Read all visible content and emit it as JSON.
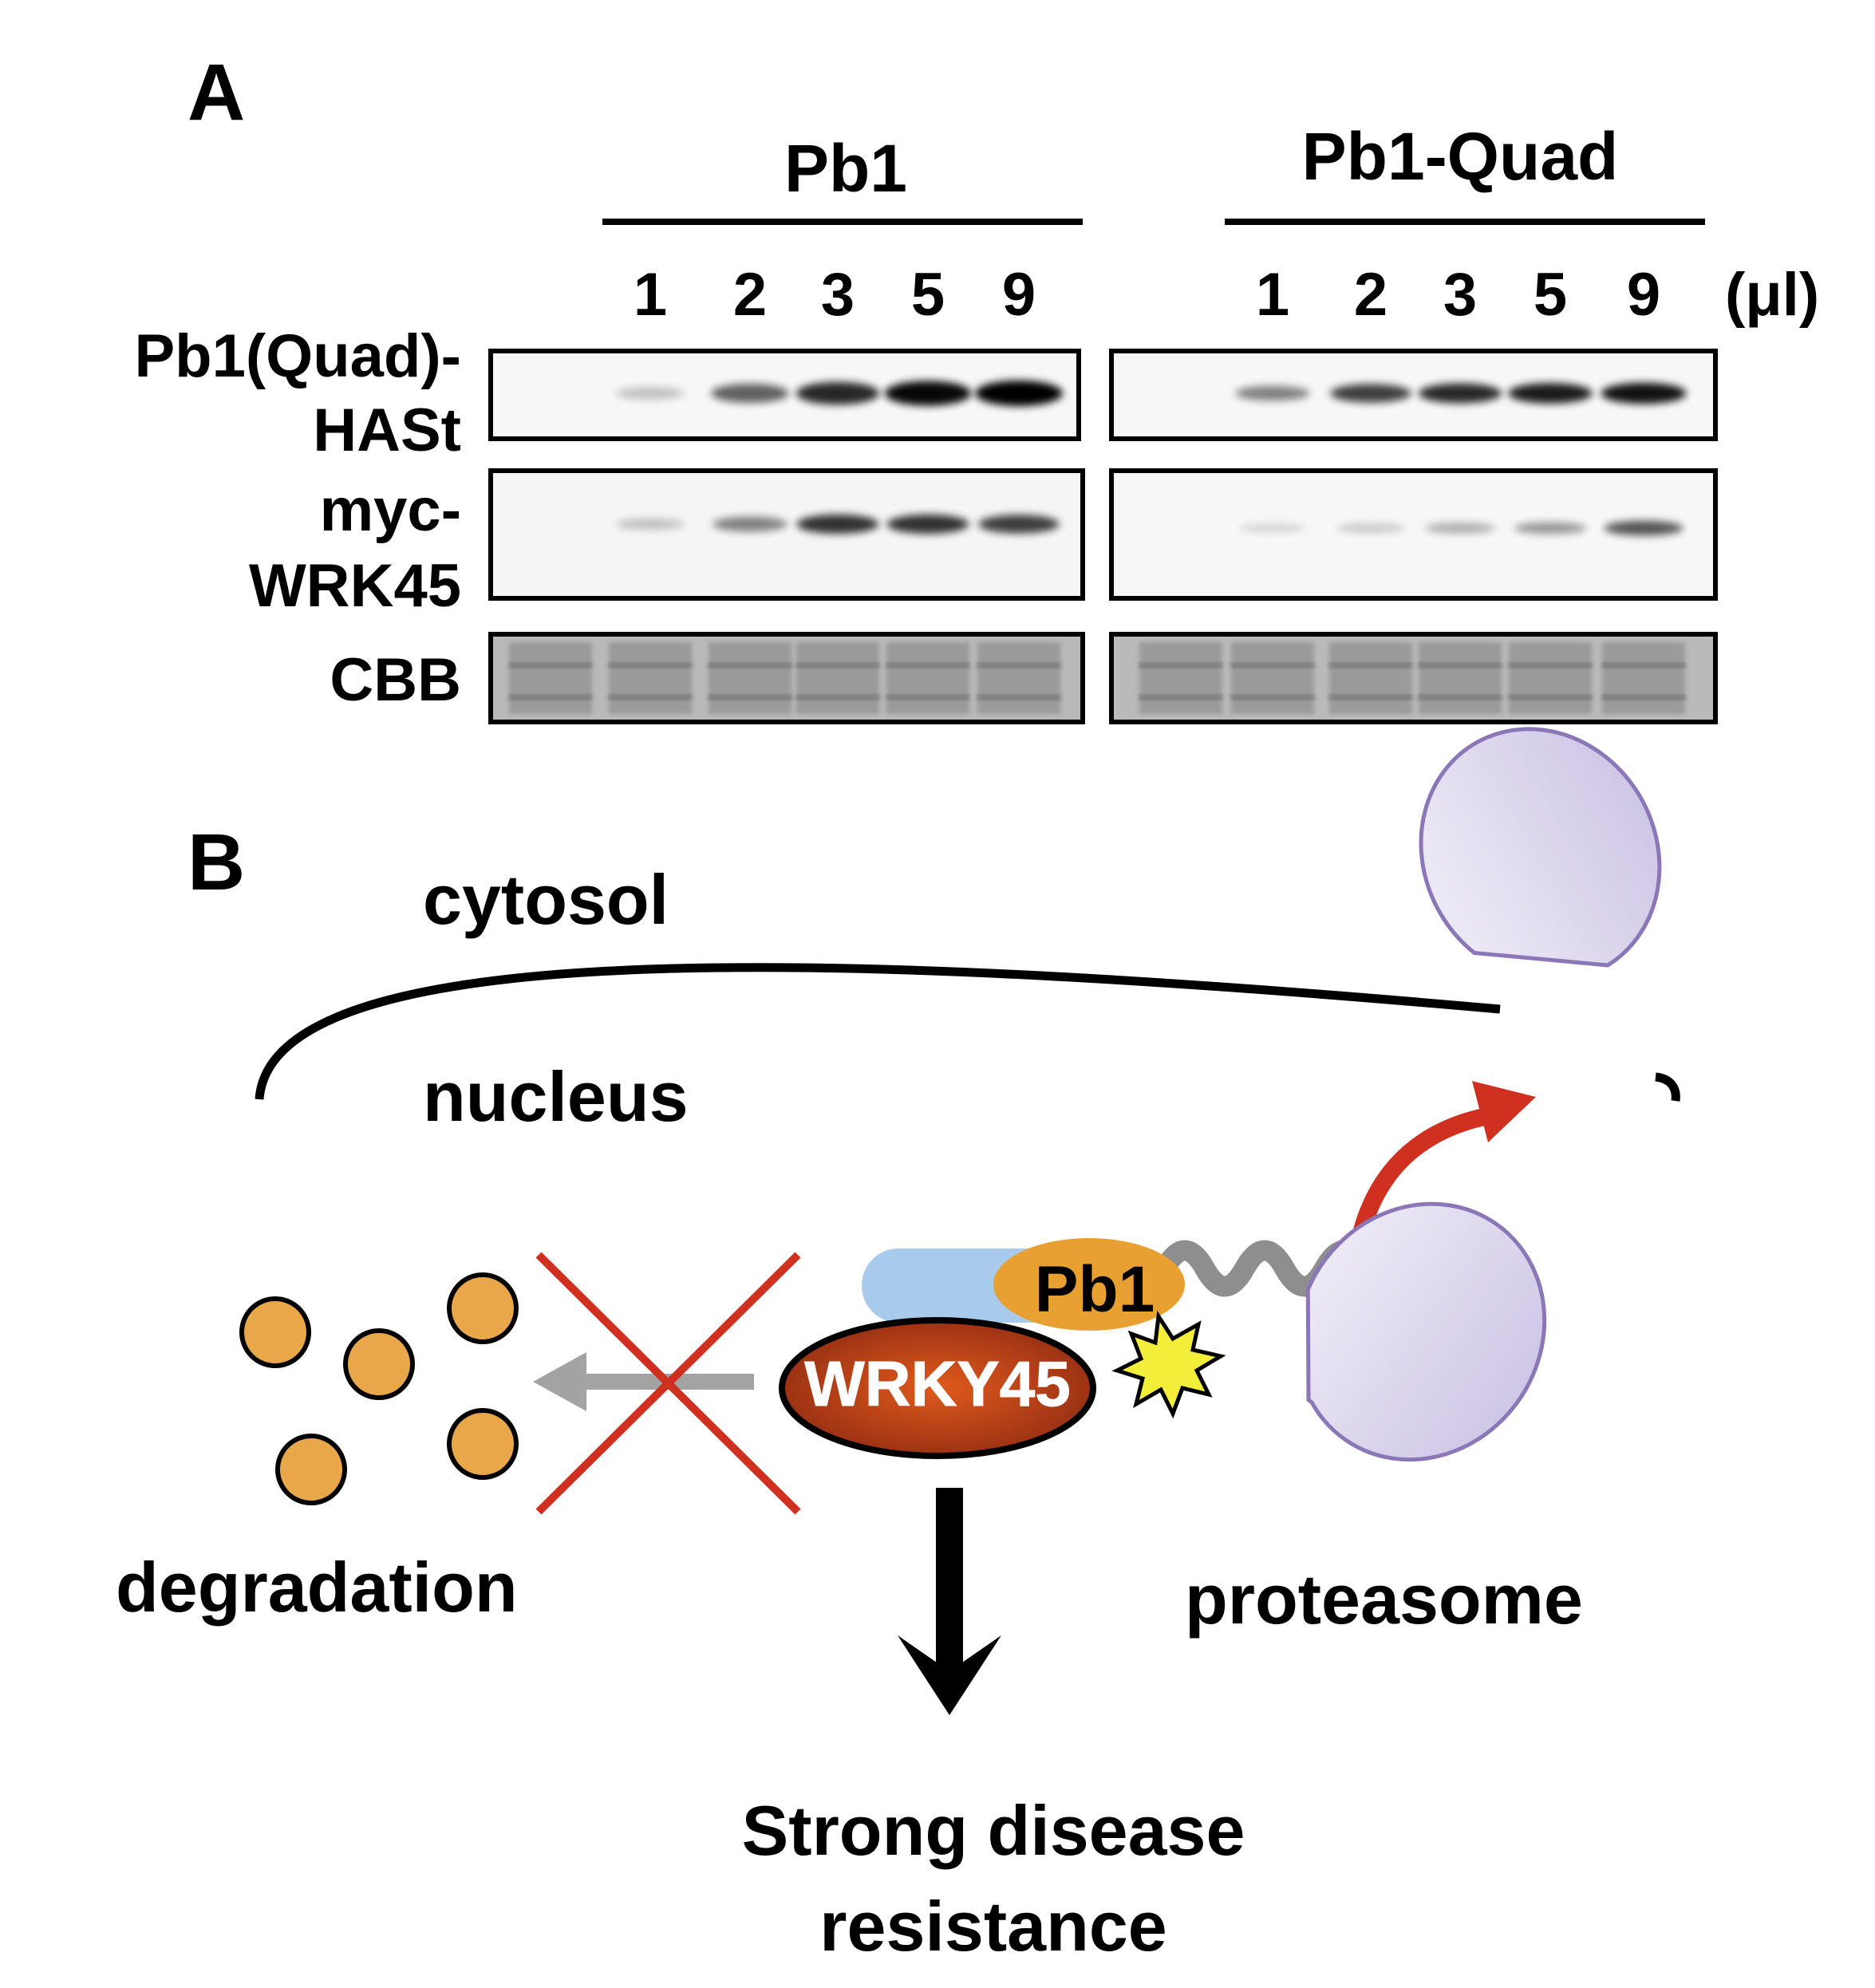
{
  "panel_a": {
    "letter": "A",
    "groups": [
      {
        "name": "Pb1",
        "lanes": [
          "1",
          "2",
          "3",
          "5",
          "9"
        ]
      },
      {
        "name": "Pb1-Quad",
        "lanes": [
          "1",
          "2",
          "3",
          "5",
          "9"
        ]
      }
    ],
    "unit": "(μl)",
    "rows": [
      {
        "label_line1": "Pb1(Quad)-",
        "label_line2": "HASt"
      },
      {
        "label_line1": "myc-",
        "label_line2": "WRK45"
      },
      {
        "label_line1": "CBB",
        "label_line2": ""
      }
    ],
    "band_intensity": {
      "pb1_hast": {
        "Pb1": [
          0.1,
          0.55,
          0.8,
          0.95,
          1.0
        ],
        "Pb1-Quad": [
          0.4,
          0.7,
          0.8,
          0.85,
          0.9
        ]
      },
      "myc_wrk45": {
        "Pb1": [
          0.1,
          0.4,
          0.75,
          0.75,
          0.7
        ],
        "Pb1-Quad": [
          0.02,
          0.08,
          0.2,
          0.3,
          0.6
        ]
      }
    }
  },
  "panel_b": {
    "letter": "B",
    "cytosol": "cytosol",
    "nucleus": "nucleus",
    "pb1": "Pb1",
    "wrky45": "WRKY45",
    "degradation": "degradation",
    "proteasome": "proteasome",
    "result_line1": "Strong disease",
    "result_line2": "resistance"
  },
  "colors": {
    "orange_dot": "#E8A84A",
    "pb1_fill": "#E8A030",
    "blue_bar": "#A9CBEB",
    "red": "#D0301F",
    "proteasome": "#DCD6EE",
    "proteasome_stroke": "#8B77B8",
    "star": "#F2EE3A"
  }
}
